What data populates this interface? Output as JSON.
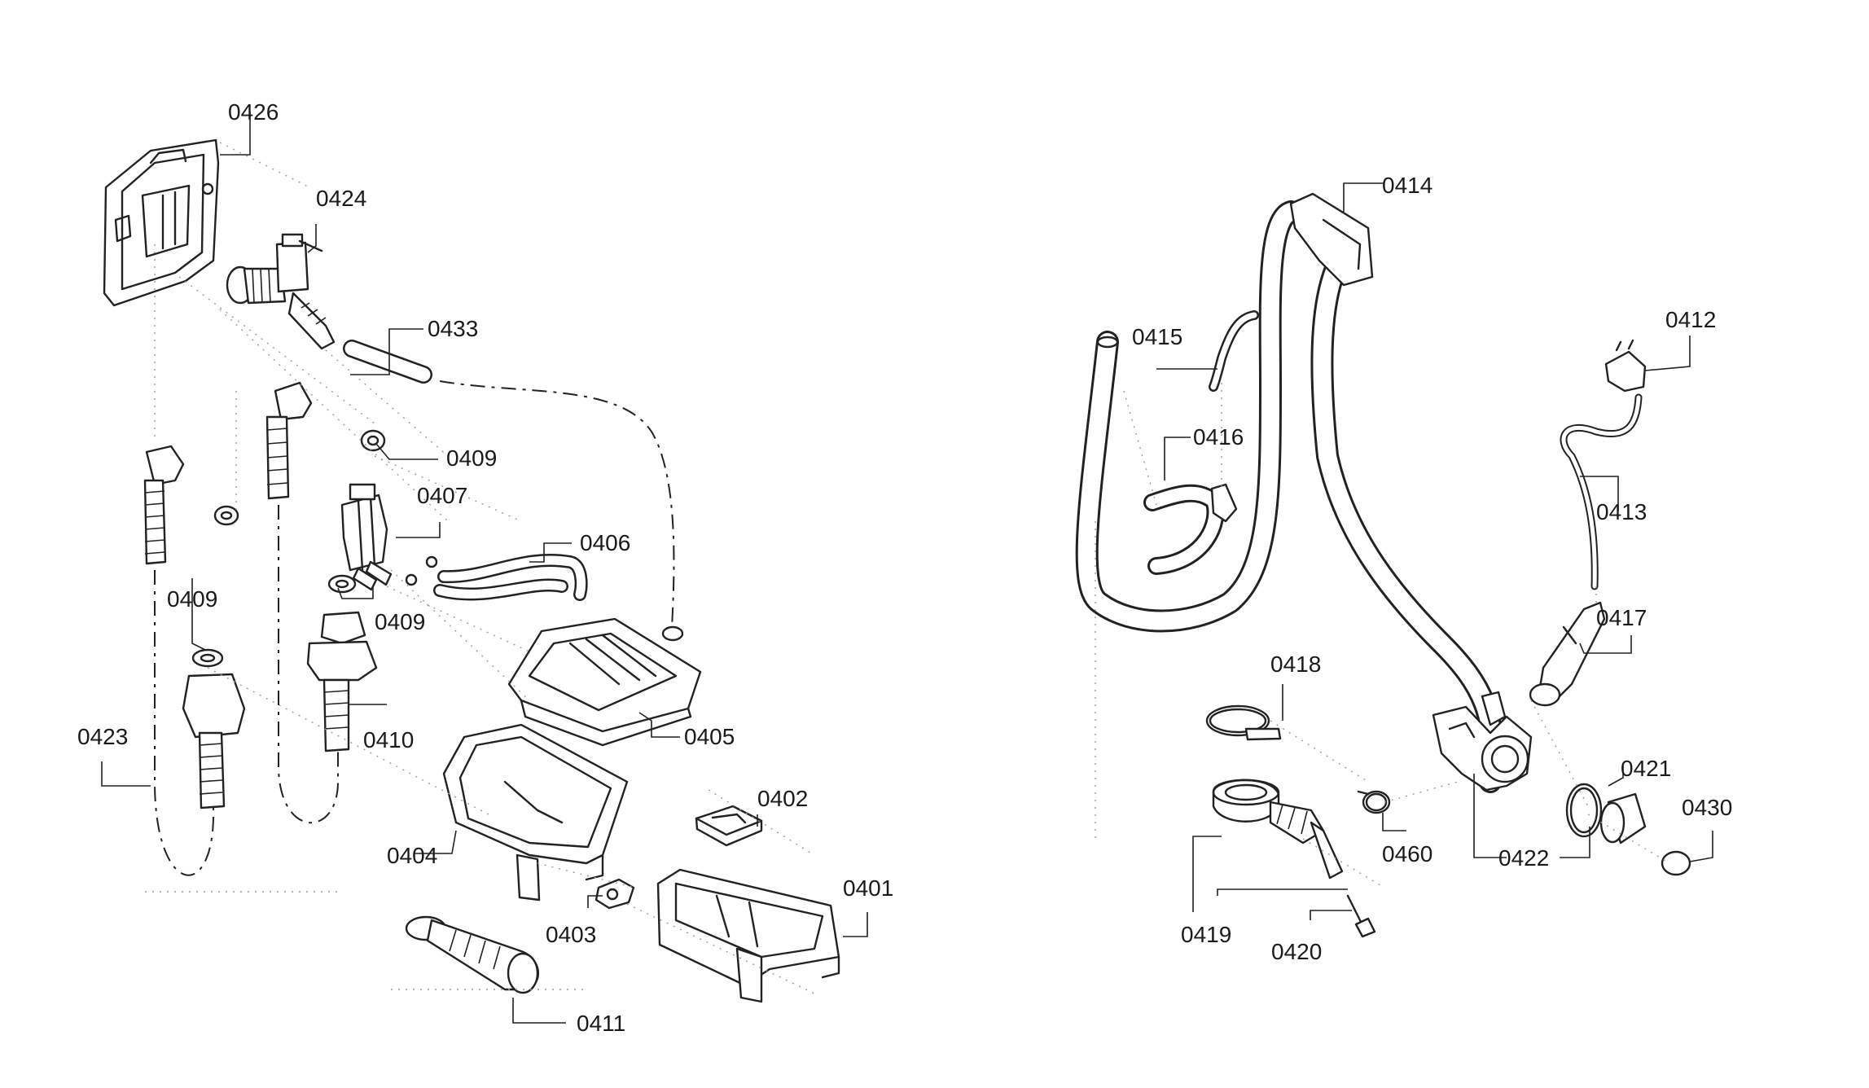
{
  "parts": [
    {
      "id": "p0426",
      "label": "0426"
    },
    {
      "id": "p0424",
      "label": "0424"
    },
    {
      "id": "p0433",
      "label": "0433"
    },
    {
      "id": "p0409a",
      "label": "0409"
    },
    {
      "id": "p0407",
      "label": "0407"
    },
    {
      "id": "p0406",
      "label": "0406"
    },
    {
      "id": "p0409b",
      "label": "0409"
    },
    {
      "id": "p0409c",
      "label": "0409"
    },
    {
      "id": "p0423",
      "label": "0423"
    },
    {
      "id": "p0410",
      "label": "0410"
    },
    {
      "id": "p0405",
      "label": "0405"
    },
    {
      "id": "p0402",
      "label": "0402"
    },
    {
      "id": "p0404",
      "label": "0404"
    },
    {
      "id": "p0401",
      "label": "0401"
    },
    {
      "id": "p0403",
      "label": "0403"
    },
    {
      "id": "p0411",
      "label": "0411"
    },
    {
      "id": "p0414",
      "label": "0414"
    },
    {
      "id": "p0415",
      "label": "0415"
    },
    {
      "id": "p0416",
      "label": "0416"
    },
    {
      "id": "p0412",
      "label": "0412"
    },
    {
      "id": "p0413",
      "label": "0413"
    },
    {
      "id": "p0417",
      "label": "0417"
    },
    {
      "id": "p0418",
      "label": "0418"
    },
    {
      "id": "p0421",
      "label": "0421"
    },
    {
      "id": "p0430",
      "label": "0430"
    },
    {
      "id": "p0460",
      "label": "0460"
    },
    {
      "id": "p0422",
      "label": "0422"
    },
    {
      "id": "p0419",
      "label": "0419"
    },
    {
      "id": "p0420",
      "label": "0420"
    }
  ],
  "colors": {
    "line": "#222222",
    "background": "#ffffff",
    "guide": "#9a9a9a"
  }
}
